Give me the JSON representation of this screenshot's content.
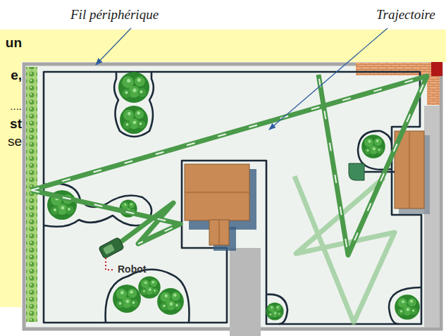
{
  "diagram": {
    "labels": [
      "Fil périphérique",
      "Trajectoire",
      "un",
      "e,",
      "....",
      "st",
      "se",
      "Robot"
    ]
  }
}
